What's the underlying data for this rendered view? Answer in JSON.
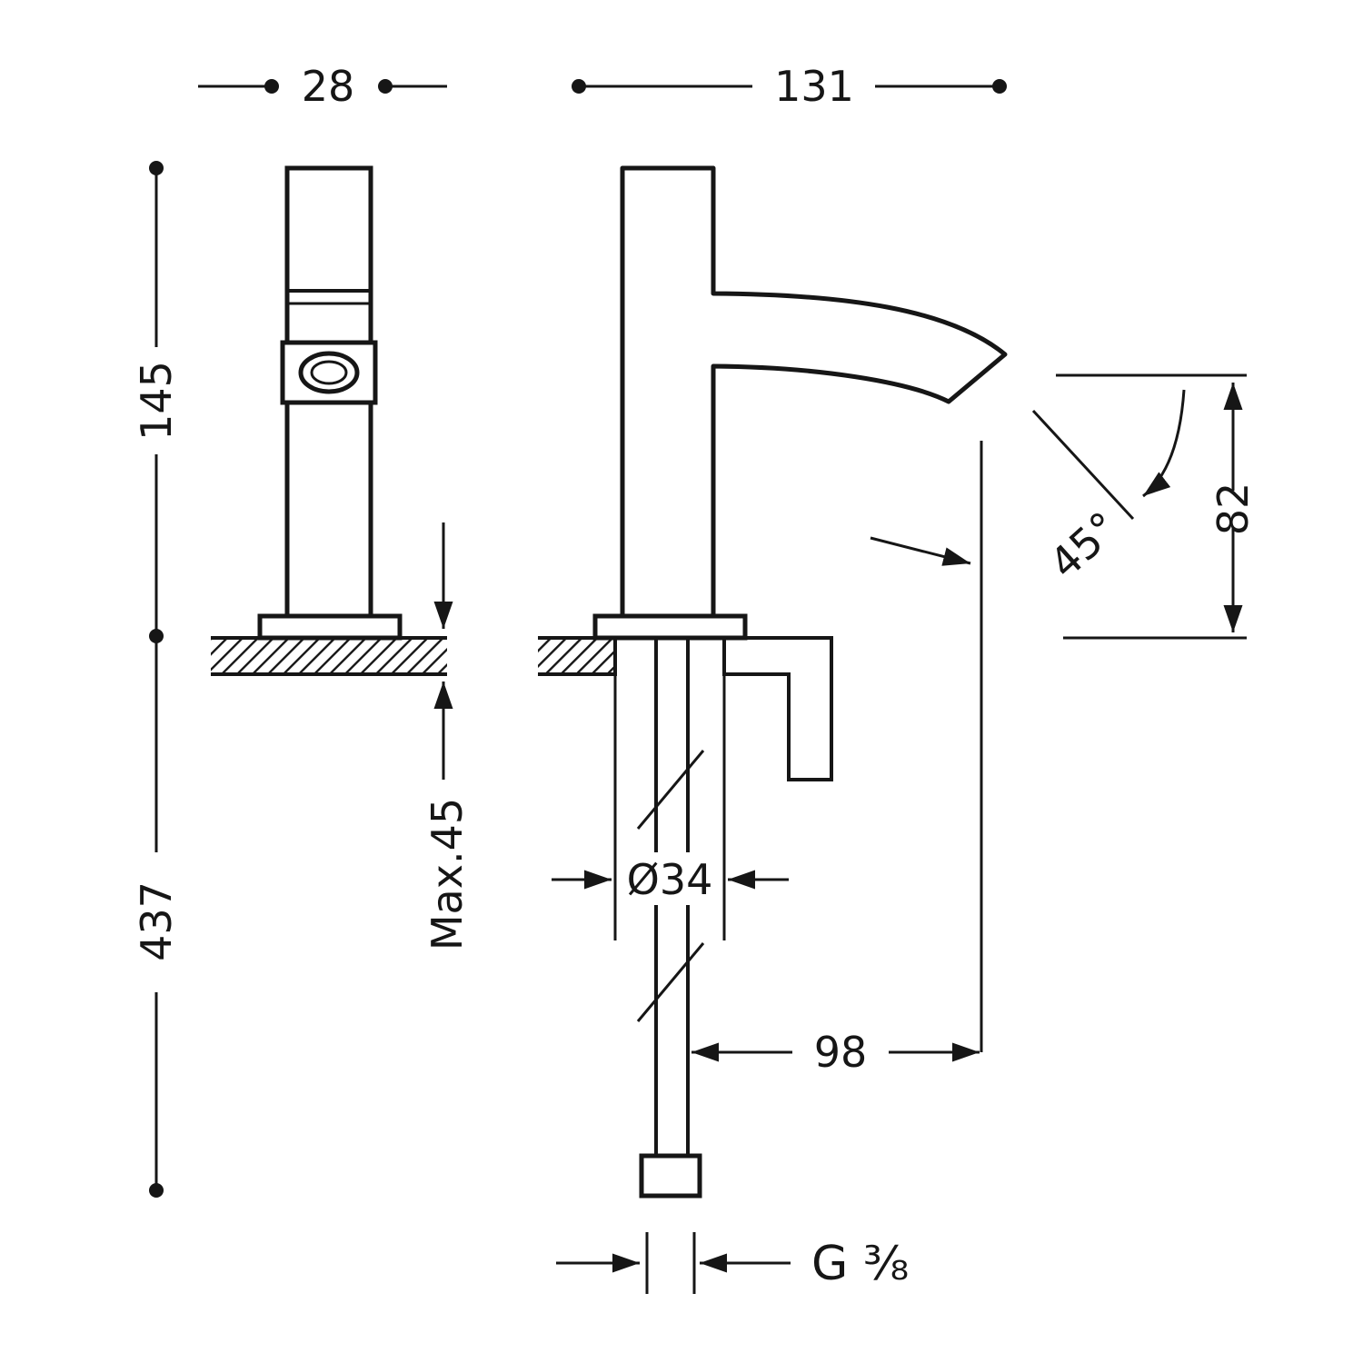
{
  "colors": {
    "line": "#161616",
    "background": "#ffffff"
  },
  "labels": {
    "body_width": "28",
    "total_depth": "131",
    "body_height": "145",
    "under_height": "437",
    "counter_thickness": "Max.45",
    "hole_diameter": "Ø34",
    "spout_reach": "98",
    "outlet_height": "82",
    "spout_angle": "45°",
    "thread_size": "G ⅜"
  }
}
